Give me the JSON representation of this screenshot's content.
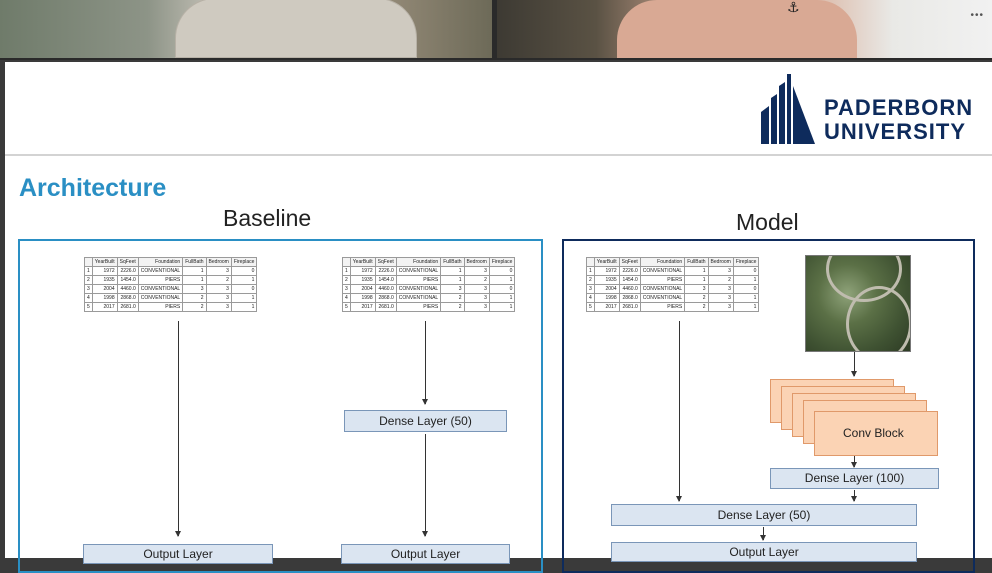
{
  "video_call": {
    "tiles": [
      {
        "participant": "left"
      },
      {
        "participant": "right"
      }
    ]
  },
  "slide": {
    "logo": {
      "line1": "PADERBORN",
      "line2": "UNIVERSITY"
    },
    "title": "Architecture",
    "baseline": {
      "heading": "Baseline",
      "left_column": {
        "output_label": "Output Layer"
      },
      "right_column": {
        "dense_label": "Dense Layer (50)",
        "output_label": "Output Layer"
      }
    },
    "model": {
      "heading": "Model",
      "conv_label": "Conv Block",
      "dense_100_label": "Dense Layer (100)",
      "dense_50_label": "Dense Layer (50)",
      "output_label": "Output Layer"
    },
    "table": {
      "headers": [
        "",
        "YearBuilt",
        "SqFeet",
        "Foundation",
        "FullBath",
        "Bedroom",
        "Fireplace"
      ],
      "rows": [
        [
          "1",
          "1972",
          "2226.0",
          "CONVENTIONAL",
          "1",
          "3",
          "0"
        ],
        [
          "2",
          "1935",
          "1454.0",
          "PIERS",
          "1",
          "2",
          "1"
        ],
        [
          "3",
          "2004",
          "4460.0",
          "CONVENTIONAL",
          "3",
          "3",
          "0"
        ],
        [
          "4",
          "1998",
          "2868.0",
          "CONVENTIONAL",
          "2",
          "3",
          "1"
        ],
        [
          "5",
          "2017",
          "2681.0",
          "PIERS",
          "2",
          "3",
          "1"
        ]
      ]
    }
  }
}
